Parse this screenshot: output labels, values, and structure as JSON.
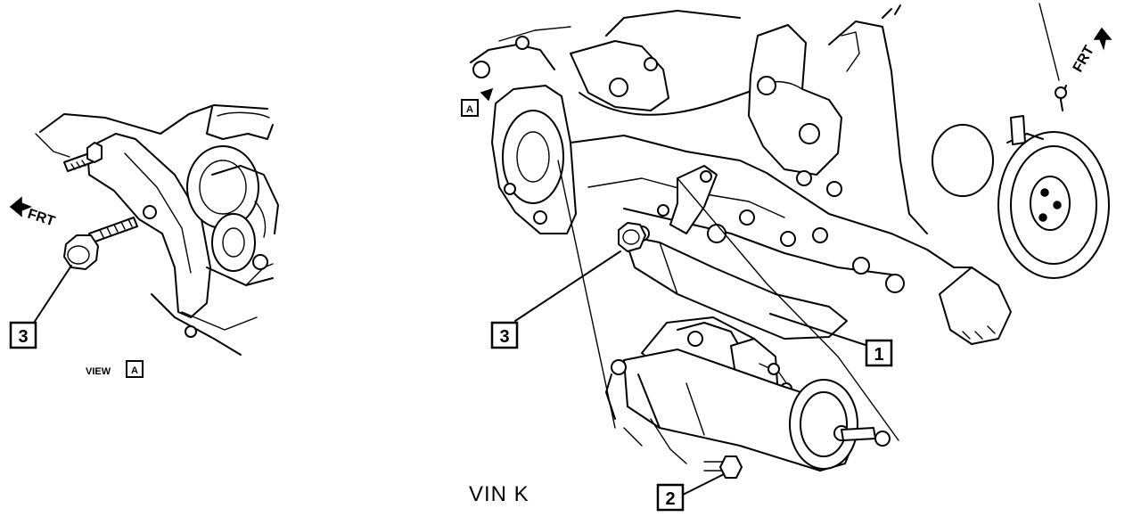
{
  "callouts": {
    "left_bolt": "3",
    "right_bolt": "3",
    "starter_assembly": "1",
    "starter_bolt": "2"
  },
  "labels": {
    "frt_left": "FRT",
    "frt_right": "FRT",
    "view_text": "VIEW",
    "view_ref": "A",
    "detail_ref": "A",
    "vin": "VIN K"
  }
}
